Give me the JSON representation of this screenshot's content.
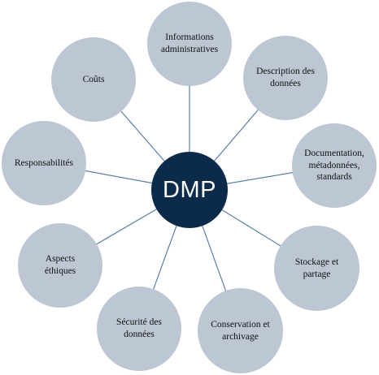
{
  "center": {
    "label": "DMP"
  },
  "nodes": [
    {
      "label": "Informations\nadministratives"
    },
    {
      "label": "Description des\ndonnées"
    },
    {
      "label": "Documentation,\nmétadonnées,\nstandards"
    },
    {
      "label": "Stockage et\npartage"
    },
    {
      "label": "Conservation et\narchivage"
    },
    {
      "label": "Sécurité des\ndonnées"
    },
    {
      "label": "Aspects\néthiques"
    },
    {
      "label": "Responsabilités"
    },
    {
      "label": "Coûts"
    }
  ],
  "colors": {
    "hub": "#0c2a4a",
    "node": "#bcc7d3",
    "spoke": "#5b7fa6"
  }
}
